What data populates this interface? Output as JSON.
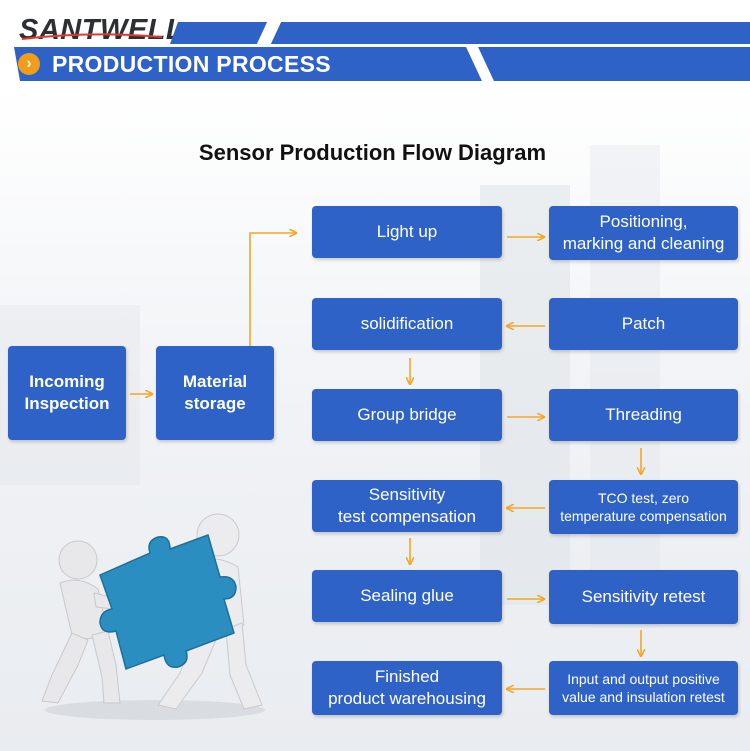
{
  "header": {
    "brand": "SANTWELL",
    "section_title": "PRODUCTION PROCESS",
    "section_icon": "chevron-right-icon"
  },
  "diagram": {
    "title": "Sensor Production Flow Diagram",
    "steps": {
      "incoming_inspection": "Incoming\nInspection",
      "material_storage": "Material\nstorage",
      "light_up": "Light up",
      "positioning": "Positioning,\nmarking and cleaning",
      "solidification": "solidification",
      "patch": "Patch",
      "group_bridge": "Group bridge",
      "threading": "Threading",
      "sensitivity_compensation": "Sensitivity\ntest compensation",
      "tco_test": "TCO test, zero\ntemperature compensation",
      "sealing_glue": "Sealing glue",
      "sensitivity_retest": "Sensitivity retest",
      "finished_warehousing": "Finished\nproduct warehousing",
      "io_retest": "Input and output positive\nvalue and insulation retest"
    }
  },
  "colors": {
    "box_fill": "#2f62c7",
    "arrow": "#f5a623",
    "accent": "#f39c18",
    "puzzle": "#2a8fc0"
  }
}
